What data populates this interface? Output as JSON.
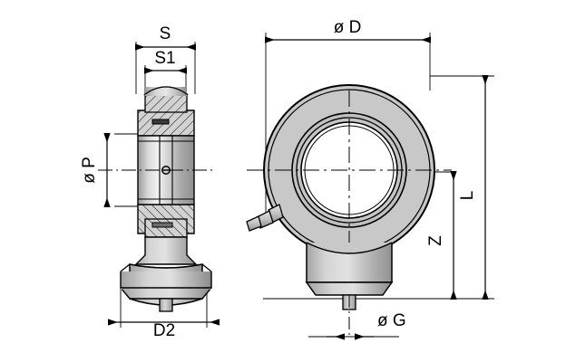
{
  "drawing": {
    "title": "Rod End Bearing Technical Drawing",
    "type": "engineering-dimension-drawing",
    "background_color": "#ffffff",
    "line_color": "#000000",
    "body_fill": "#c8c8c8",
    "bore_fill": "#ffffff",
    "hatch_fill": "#d2d2d2",
    "views": [
      {
        "name": "section-side-view",
        "position": "left"
      },
      {
        "name": "front-view",
        "position": "right"
      }
    ]
  },
  "dimensions": {
    "s": {
      "label": "S",
      "view": "left",
      "orientation": "horizontal",
      "placement": "top"
    },
    "s1": {
      "label": "S1",
      "view": "left",
      "orientation": "horizontal",
      "placement": "top"
    },
    "p": {
      "label": "ø P",
      "view": "left",
      "orientation": "vertical",
      "placement": "left"
    },
    "d2": {
      "label": "D2",
      "view": "left",
      "orientation": "horizontal",
      "placement": "bottom"
    },
    "d": {
      "label": "ø D",
      "view": "right",
      "orientation": "horizontal",
      "placement": "top"
    },
    "g": {
      "label": "ø G",
      "view": "right",
      "orientation": "horizontal",
      "placement": "bottom"
    },
    "l": {
      "label": "L",
      "view": "right",
      "orientation": "vertical",
      "placement": "right"
    },
    "z": {
      "label": "Z",
      "view": "right",
      "orientation": "vertical",
      "placement": "right"
    }
  },
  "features": {
    "grease_nipple": "grease-nipple-fitting",
    "center_mark": "center-mark",
    "centerline": "centerline-cross"
  }
}
